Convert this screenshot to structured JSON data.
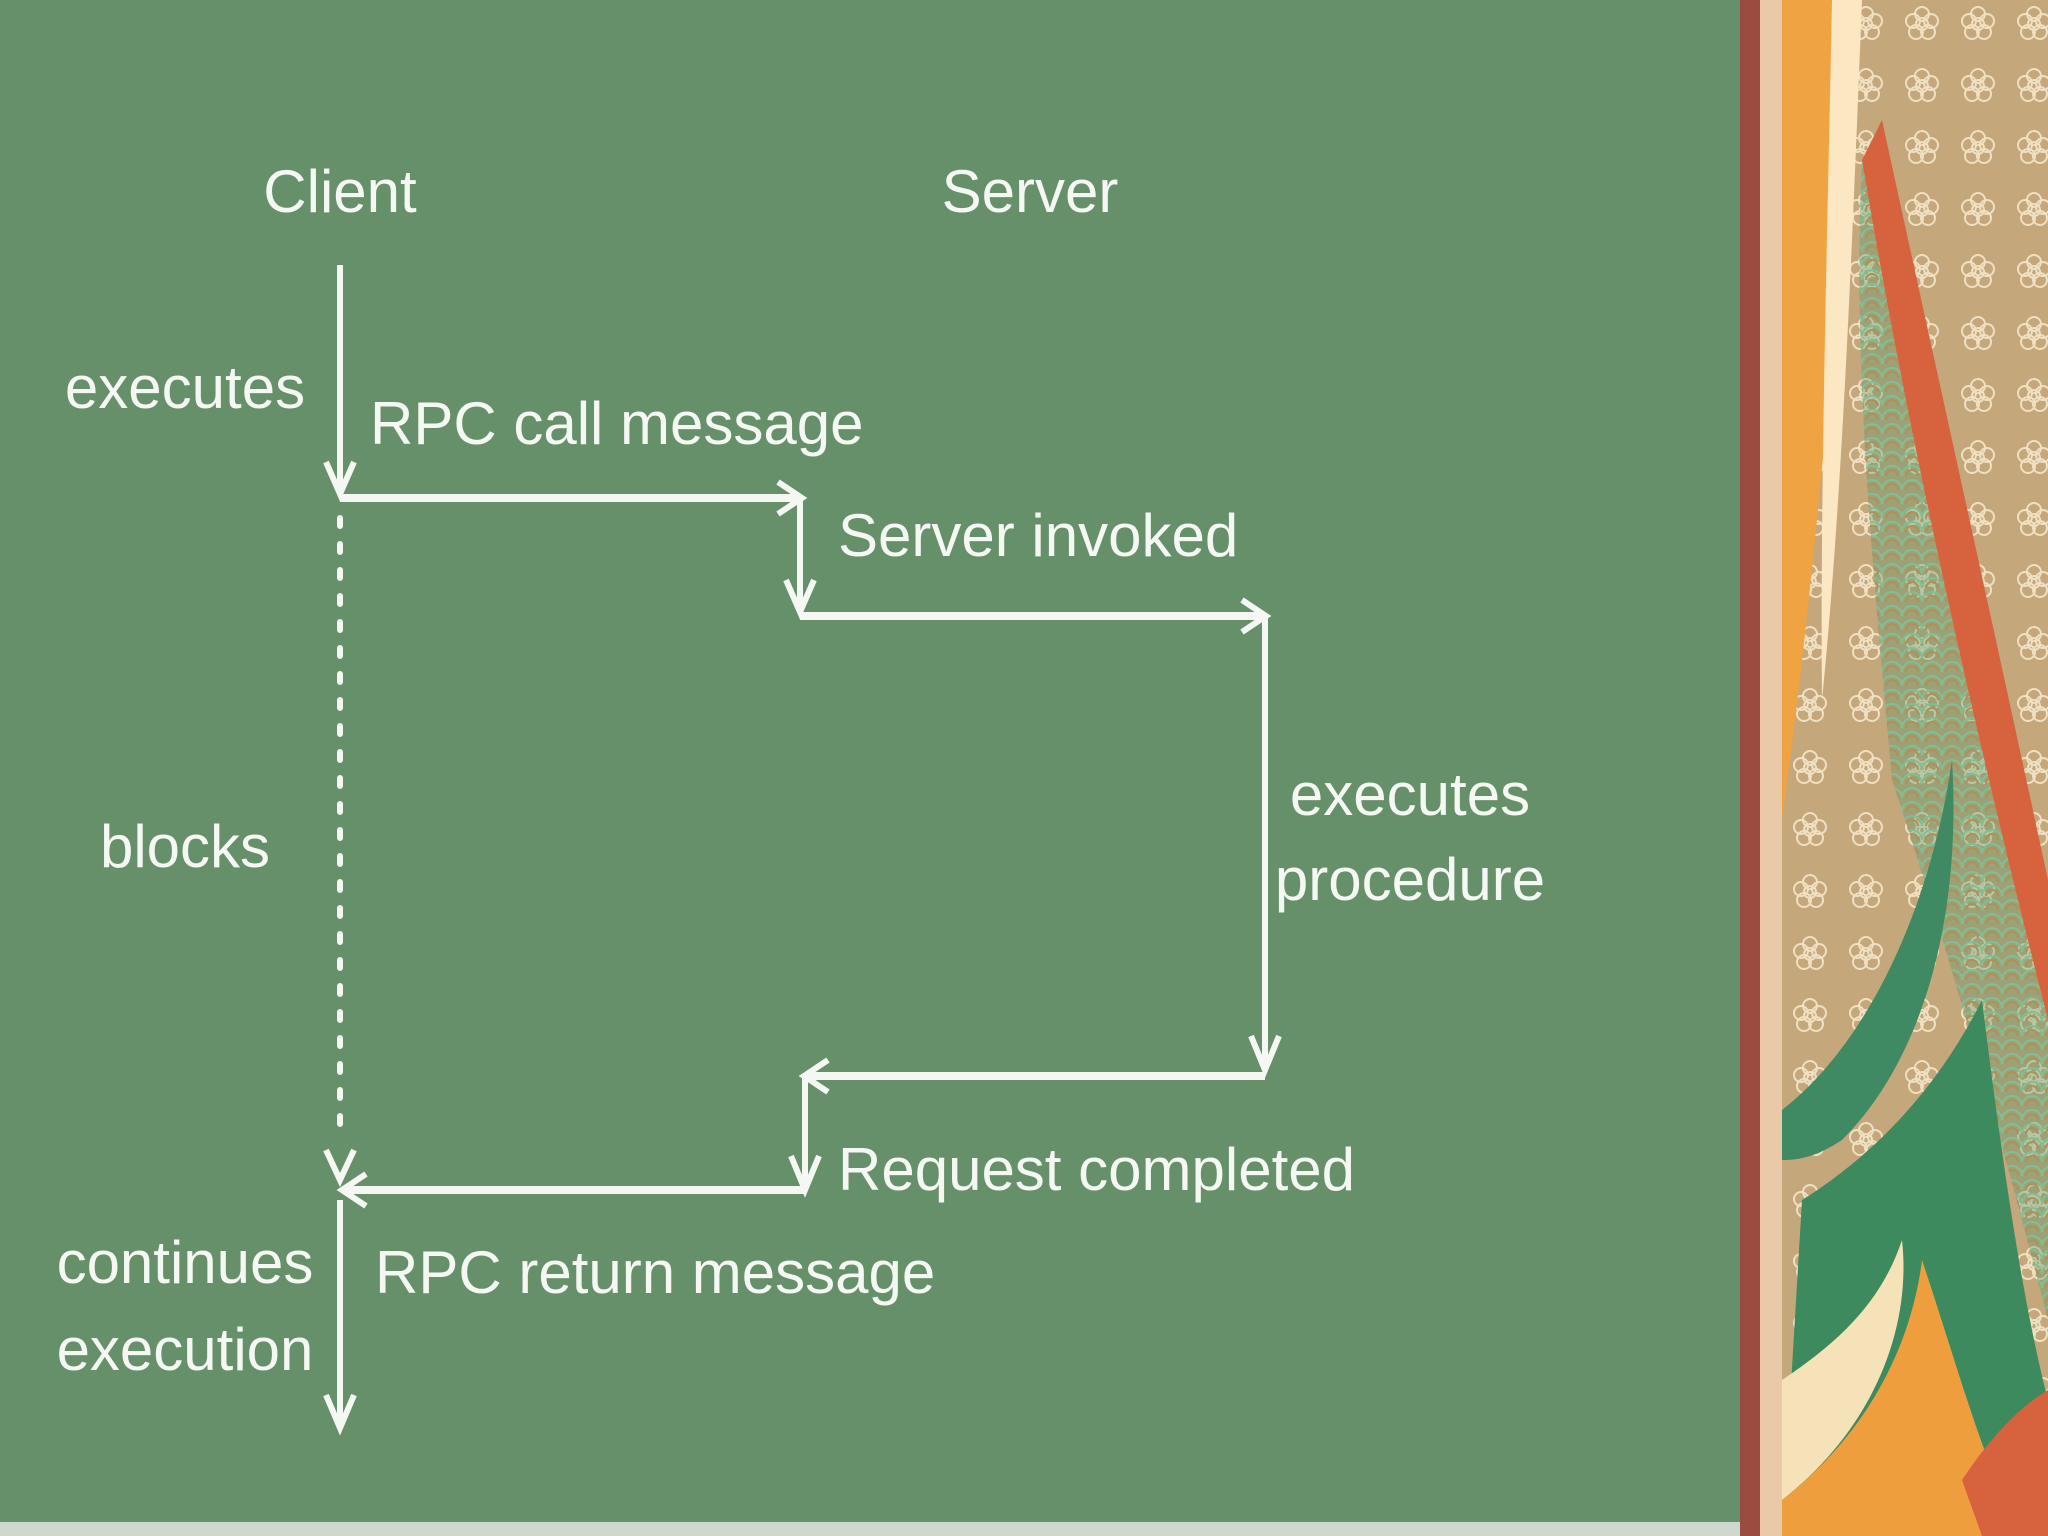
{
  "diagram": {
    "columns": {
      "client": "Client",
      "server": "Server"
    },
    "client_labels": {
      "executes": "executes",
      "blocks": "blocks",
      "continues_line1": "continues",
      "continues_line2": "execution"
    },
    "messages": {
      "call": "RPC call message",
      "server_invoked": "Server invoked",
      "request_completed": "Request completed",
      "return": "RPC return message"
    },
    "server_labels": {
      "executes_line1": "executes",
      "procedure_line2": "procedure"
    }
  },
  "colors": {
    "panel_background": "#66906a",
    "line_color": "#f4f7f2",
    "divider_dark": "#9b4b40",
    "divider_light": "#e9c9a8",
    "decor_background": "#c5a77c"
  }
}
